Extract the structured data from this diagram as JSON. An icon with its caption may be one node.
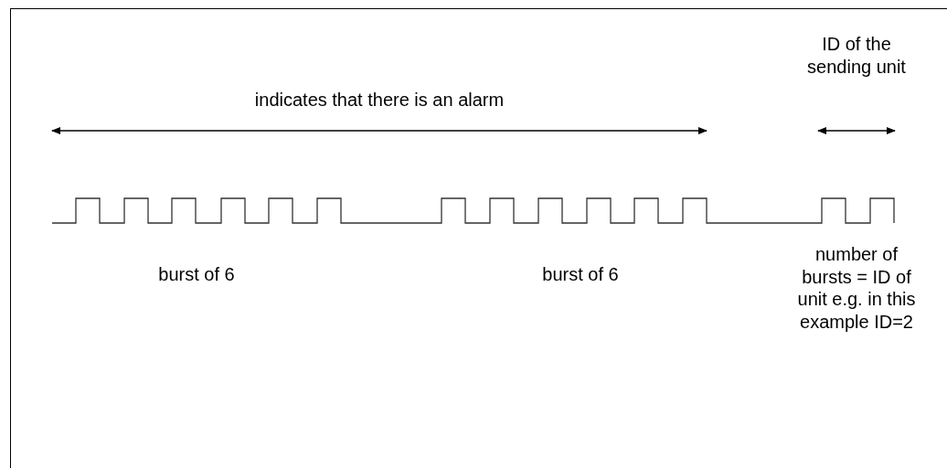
{
  "diagram": {
    "labels": [
      "ID of the sending unit",
      "indicates that there is an alarm",
      "burst of 6",
      "burst of 6",
      "number of bursts = ID of unit e.g. in this example ID=2"
    ]
  }
}
